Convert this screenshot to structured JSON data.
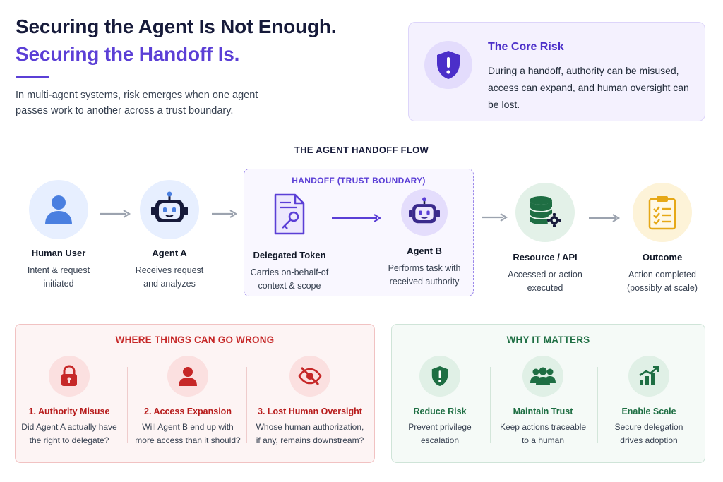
{
  "header": {
    "title_line1": "Securing the Agent Is Not Enough.",
    "title_line2": "Securing the Handoff Is.",
    "intro": "In multi-agent systems, risk emerges when one agent passes work to another across a trust boundary."
  },
  "core_risk": {
    "title": "The Core Risk",
    "body": "During a handoff, authority can be misused, access can expand, and human oversight can be lost.",
    "icon": "shield-exclamation-icon"
  },
  "flow": {
    "title": "THE AGENT HANDOFF FLOW",
    "boundary_label": "HANDOFF (TRUST BOUNDARY)",
    "nodes": [
      {
        "label": "Human User",
        "desc_line1": "Intent & request",
        "desc_line2": "initiated",
        "icon": "person-icon"
      },
      {
        "label": "Agent A",
        "desc_line1": "Receives request",
        "desc_line2": "and analyzes",
        "icon": "robot-icon"
      },
      {
        "label": "Delegated Token",
        "desc_line1": "Carries on-behalf-of",
        "desc_line2": "context & scope",
        "icon": "document-key-icon"
      },
      {
        "label": "Agent B",
        "desc_line1": "Performs task with",
        "desc_line2": "received authority",
        "icon": "robot-icon"
      },
      {
        "label": "Resource / API",
        "desc_line1": "Accessed or action",
        "desc_line2": "executed",
        "icon": "database-gear-icon"
      },
      {
        "label": "Outcome",
        "desc_line1": "Action completed",
        "desc_line2": "(possibly at scale)",
        "icon": "checklist-icon"
      }
    ]
  },
  "wrong": {
    "title": "WHERE THINGS CAN GO WRONG",
    "items": [
      {
        "label": "1. Authority Misuse",
        "desc_line1": "Did Agent A actually have",
        "desc_line2": "the right to delegate?",
        "icon": "lock-icon"
      },
      {
        "label": "2. Access Expansion",
        "desc_line1": "Will Agent B end up with",
        "desc_line2": "more access than it should?",
        "icon": "person-icon"
      },
      {
        "label": "3. Lost Human Oversight",
        "desc_line1": "Whose human authorization,",
        "desc_line2": "if any, remains downstream?",
        "icon": "eye-slash-icon"
      }
    ]
  },
  "why": {
    "title": "WHY IT MATTERS",
    "items": [
      {
        "label": "Reduce Risk",
        "desc_line1": "Prevent privilege",
        "desc_line2": "escalation",
        "icon": "shield-exclamation-icon"
      },
      {
        "label": "Maintain Trust",
        "desc_line1": "Keep actions traceable",
        "desc_line2": "to a human",
        "icon": "people-group-icon"
      },
      {
        "label": "Enable Scale",
        "desc_line1": "Secure delegation",
        "desc_line2": "drives adoption",
        "icon": "growth-chart-icon"
      }
    ]
  },
  "colors": {
    "navy": "#161a3a",
    "purple": "#5b3fd6",
    "blue": "#4a7fe0",
    "green": "#1e6e43",
    "red": "#c62828",
    "gold": "#e6a817"
  }
}
